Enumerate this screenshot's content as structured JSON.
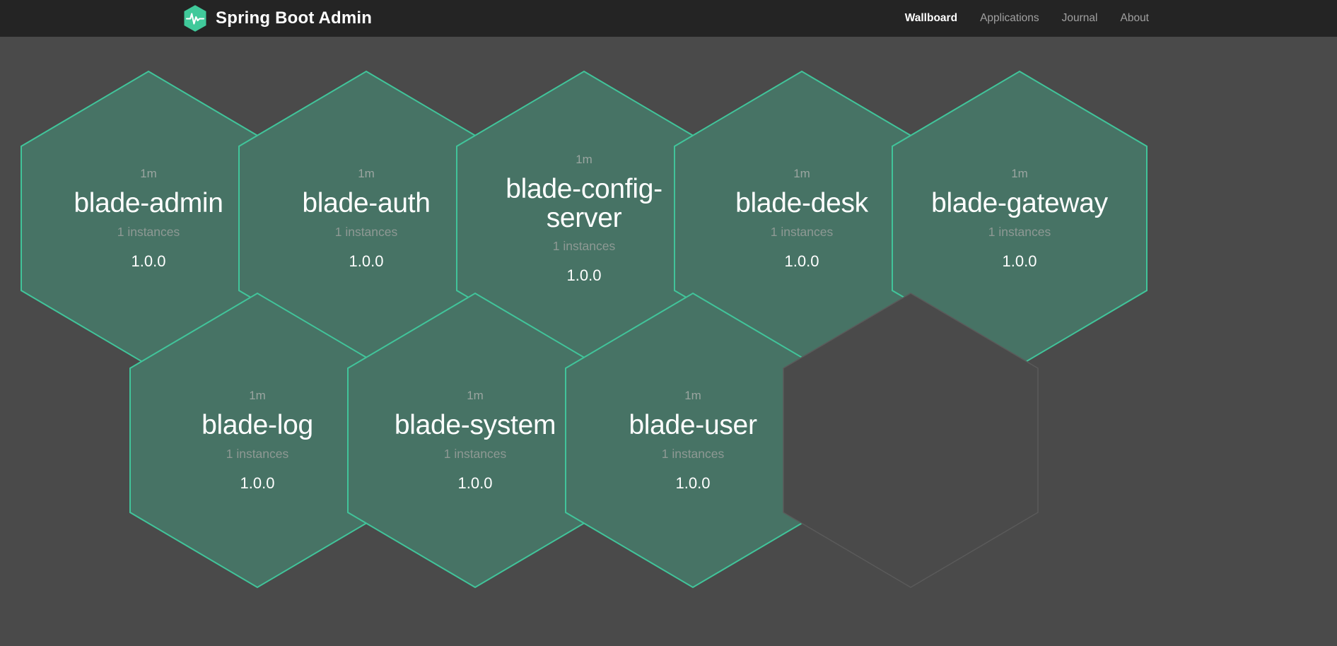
{
  "header": {
    "brand_title": "Spring Boot Admin",
    "logo_icon": "heartbeat-hexagon-logo",
    "nav": [
      {
        "label": "Wallboard",
        "active": true
      },
      {
        "label": "Applications",
        "active": false
      },
      {
        "label": "Journal",
        "active": false
      },
      {
        "label": "About",
        "active": false
      }
    ]
  },
  "colors": {
    "navbar_bg": "#242424",
    "page_bg": "#4a4a4a",
    "hex_fill": "#477365",
    "hex_border": "#41c49a",
    "empty_hex_border": "#5a5a5a",
    "brand_accent": "#40c99a",
    "muted_text": "#8e9994",
    "primary_text": "#ffffff"
  },
  "wallboard": {
    "applications": [
      {
        "uptime": "1m",
        "name": "blade-admin",
        "instances": "1 instances",
        "version": "1.0.0",
        "status": "UP"
      },
      {
        "uptime": "1m",
        "name": "blade-auth",
        "instances": "1 instances",
        "version": "1.0.0",
        "status": "UP"
      },
      {
        "uptime": "1m",
        "name": "blade-config-server",
        "instances": "1 instances",
        "version": "1.0.0",
        "status": "UP"
      },
      {
        "uptime": "1m",
        "name": "blade-desk",
        "instances": "1 instances",
        "version": "1.0.0",
        "status": "UP"
      },
      {
        "uptime": "1m",
        "name": "blade-gateway",
        "instances": "1 instances",
        "version": "1.0.0",
        "status": "UP"
      },
      {
        "uptime": "1m",
        "name": "blade-log",
        "instances": "1 instances",
        "version": "1.0.0",
        "status": "UP"
      },
      {
        "uptime": "1m",
        "name": "blade-system",
        "instances": "1 instances",
        "version": "1.0.0",
        "status": "UP"
      },
      {
        "uptime": "1m",
        "name": "blade-user",
        "instances": "1 instances",
        "version": "1.0.0",
        "status": "UP"
      }
    ]
  }
}
